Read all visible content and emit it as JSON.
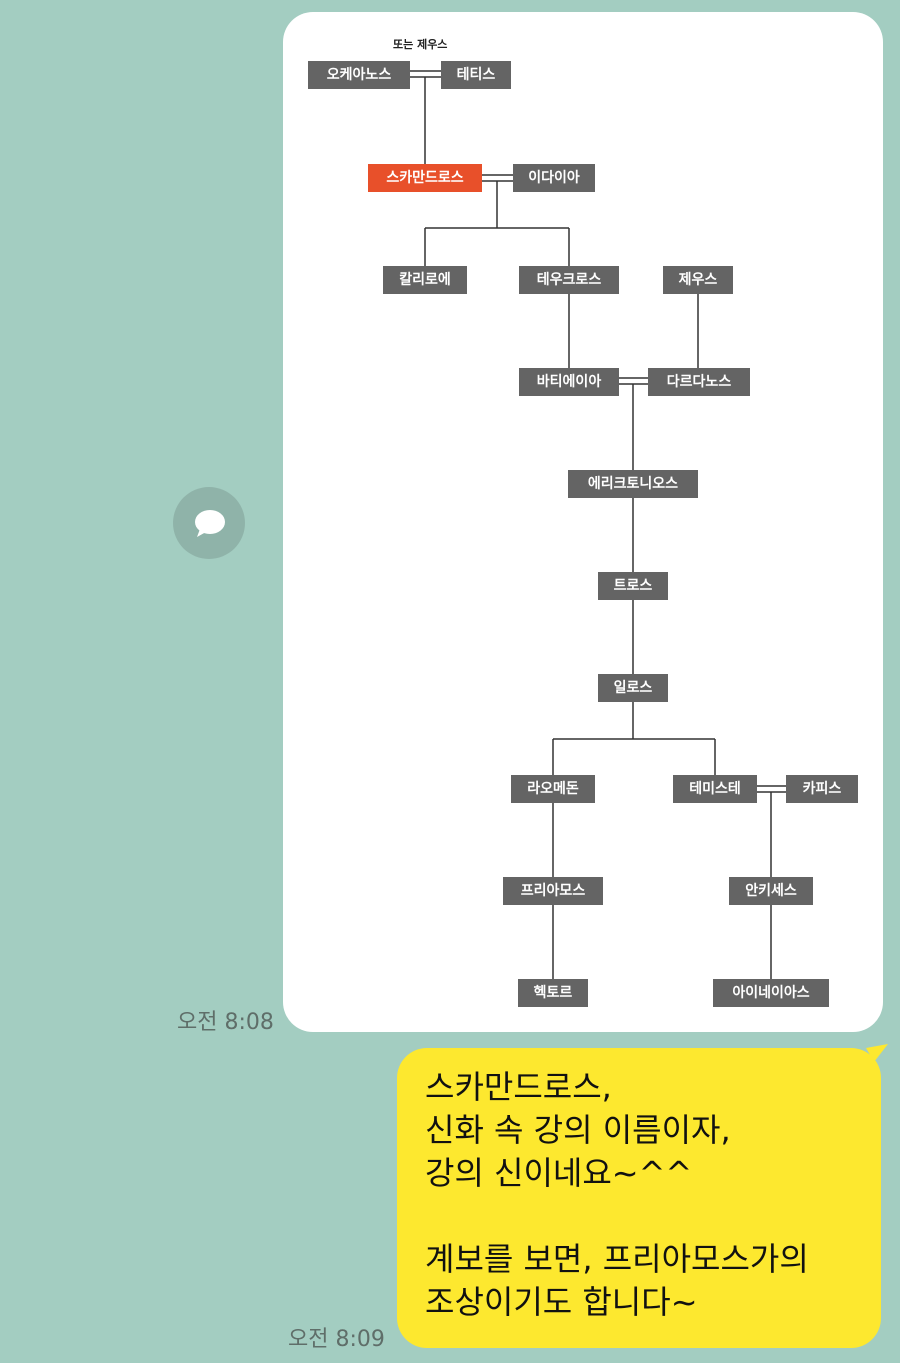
{
  "chat": {
    "incoming": {
      "avatar_icon": "speech-bubble-icon",
      "timestamp": "오전 8:08",
      "image": {
        "note": "또는 제우스",
        "nodes": [
          {
            "id": "okeanos",
            "label": "오케아노스"
          },
          {
            "id": "tethys",
            "label": "테티스"
          },
          {
            "id": "skamandros",
            "label": "스카만드로스",
            "highlight": true
          },
          {
            "id": "idaia",
            "label": "이다이아"
          },
          {
            "id": "kallirhoe",
            "label": "칼리로에"
          },
          {
            "id": "teukros",
            "label": "테우크로스"
          },
          {
            "id": "zeus",
            "label": "제우스"
          },
          {
            "id": "bateia",
            "label": "바티에이아"
          },
          {
            "id": "dardanos",
            "label": "다르다노스"
          },
          {
            "id": "erichthonios",
            "label": "에리크토니오스"
          },
          {
            "id": "tros",
            "label": "트로스"
          },
          {
            "id": "ilos",
            "label": "일로스"
          },
          {
            "id": "laomedon",
            "label": "라오메돈"
          },
          {
            "id": "themiste",
            "label": "테미스테"
          },
          {
            "id": "kapys",
            "label": "카피스"
          },
          {
            "id": "priamos",
            "label": "프리아모스"
          },
          {
            "id": "anchises",
            "label": "안키세스"
          },
          {
            "id": "hektor",
            "label": "헥토르"
          },
          {
            "id": "aineias",
            "label": "아이네이아스"
          }
        ]
      }
    },
    "outgoing": {
      "timestamp": "오전 8:09",
      "lines": [
        "스카만드로스,",
        "신화 속 강의 이름이자,",
        "강의 신이네요~^^",
        "",
        "계보를 보면, 프리아모스가의",
        "조상이기도 합니다~"
      ]
    }
  },
  "colors": {
    "background": "#a3cdc1",
    "bubble_out": "#fde82f",
    "node": "#646464",
    "highlight": "#e8502a"
  }
}
